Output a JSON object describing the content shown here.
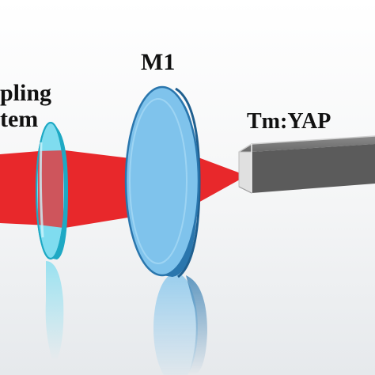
{
  "labels": {
    "coupling_line1": "pling",
    "coupling_line2": "tem",
    "mirror": "M1",
    "crystal": "Tm:YAP"
  },
  "colors": {
    "beam": "#e8282b",
    "coupling_lens_fill": "#7fdcef",
    "coupling_lens_edge": "#1ea9c4",
    "mirror_fill": "#7fc3ec",
    "mirror_edge": "#2a76ad",
    "mirror_rim": "#1f5f8f",
    "crystal_front": "#dcdcdc",
    "crystal_body": "#5b5b5b",
    "background_top": "#ffffff",
    "background_bottom": "#e9ecef"
  },
  "components": [
    {
      "name": "coupling-system",
      "type": "lens"
    },
    {
      "name": "mirror",
      "type": "mirror"
    },
    {
      "name": "crystal",
      "type": "gain-medium"
    }
  ]
}
